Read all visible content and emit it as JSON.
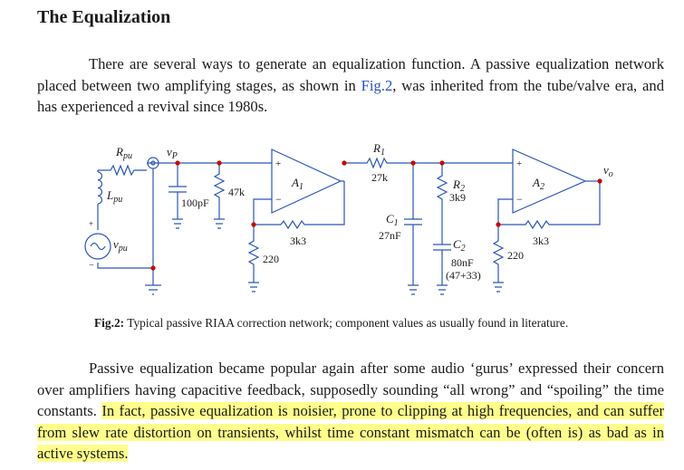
{
  "section": {
    "title": "The Equalization"
  },
  "para1": {
    "part1": "There are several ways to generate an equalization function. A passive equalization network placed between two amplifying stages, as shown in ",
    "link": "Fig.2",
    "part2": ", was inherited from the tube/valve era, and has experienced a revival since 1980s."
  },
  "figure": {
    "caption_label": "Fig.2:",
    "caption_text": " Typical passive RIAA correction network; component values as usually found in literature.",
    "labels": {
      "rpu": "R",
      "rpu_sub": "pu",
      "vp": "v",
      "vp_sub": "P",
      "lpu": "L",
      "lpu_sub": "pu",
      "vpu": "v",
      "vpu_sub": "pu",
      "plus": "+",
      "minus": "−",
      "c100": "100pF",
      "r47k": "47k",
      "a1": "A",
      "a1_sub": "1",
      "a2": "A",
      "a2_sub": "2",
      "r3k3a": "3k3",
      "r220a": "220",
      "r1": "R",
      "r1_sub": "1",
      "r1_val": "27k",
      "r2": "R",
      "r2_sub": "2",
      "r2_val": "3k9",
      "c1": "C",
      "c1_sub": "1",
      "c1_val": "27nF",
      "c2": "C",
      "c2_sub": "2",
      "c2_val": "80nF",
      "c2_val2": "(47+33)",
      "r3k3b": "3k3",
      "r220b": "220",
      "vo": "v",
      "vo_sub": "o"
    },
    "colors": {
      "wire": "#2a56b8",
      "node": "#cc0000"
    }
  },
  "para2": {
    "part1": "Passive equalization became popular again after some audio ‘gurus’ expressed their concern over amplifiers having capacitive feedback, supposedly sounding “all wrong” and “spoiling” the time constants. ",
    "highlight": "In fact, passive equalization is noisier, prone to clipping at high frequencies, and can suffer from slew rate distortion on transients, whilst time constant mismatch can be (often is) as bad as in active systems."
  }
}
